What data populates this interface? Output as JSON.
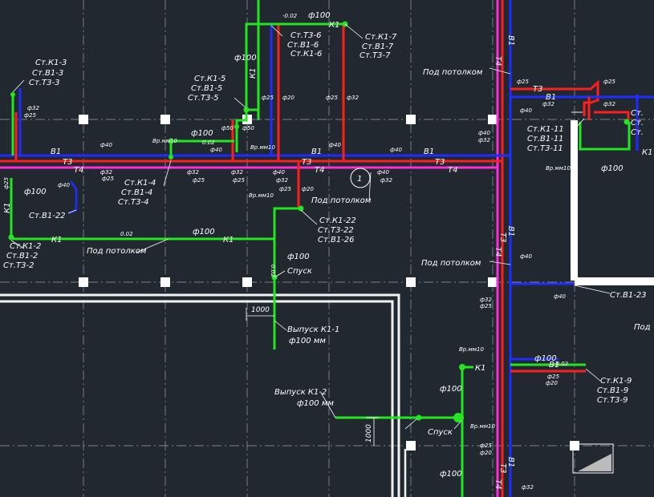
{
  "labels": {
    "k1_3": "Ст.К1-3",
    "b1_3": "Ст.В1-3",
    "t3_3": "Ст.Т3-3",
    "k1_5": "Ст.К1-5",
    "b1_5": "Ст.В1-5",
    "t3_5": "Ст.Т3-5",
    "t3_6": "Ст.Т3-6",
    "b1_6": "Ст.В1-6",
    "k1_6": "Ст.К1-6",
    "k1_7": "Ст.К1-7",
    "b1_7": "Ст.В1-7",
    "t3_7": "Ст.Т3-7",
    "k1_4": "Ст.К1-4",
    "b1_4": "Ст.В1-4",
    "t3_4": "Ст.Т3-4",
    "b1_22": "Ст.В1-22",
    "k1_2": "Ст.К1-2",
    "b1_2": "Ст.В1-2",
    "t3_2": "Ст.Т3-2",
    "k1_22": "Ст.К1-22",
    "t3_22": "Ст.Т3-22",
    "b1_26": "Ст.В1-26",
    "k1_11": "Ст.К1-11",
    "b1_11": "Ст.В1-11",
    "t3_11": "Ст.Т3-11",
    "b1_23": "Ст.В1-23",
    "k1_9": "Ст.К1-9",
    "b1_9": "Ст.В1-9",
    "t3_9": "Ст.Т3-9",
    "st_c": "Ст."
  },
  "notes": {
    "under_ceiling": "Под потолком",
    "under_ceiling_cut": "Под",
    "descent": "Спуск",
    "outlet_k1_1": "Выпуск К1-1",
    "outlet_k1_2": "Выпуск К1-2",
    "dia_100_mm": "ф100 мм",
    "dim_1000": "1000",
    "circle_mark": "1"
  },
  "diameters": {
    "d100": "ф100"
  },
  "pipe_codes": {
    "b1": "В1",
    "t3": "Т3",
    "t4": "Т4",
    "k1": "К1"
  },
  "tiny": {
    "d40": "ф40",
    "d32": "ф32",
    "d25": "ф25",
    "d20": "ф20",
    "d50": "ф50",
    "slope": "0.02",
    "slope_minus": "-0.02",
    "riser": "Вр.мм10"
  },
  "colors": {
    "background": "#212830",
    "sewer_k1": "#22e61e",
    "hot_t3": "#ff1e1e",
    "cold_b1": "#1e2cff",
    "return_t4": "#ff2cd8",
    "walls": "#f2f2f2"
  }
}
